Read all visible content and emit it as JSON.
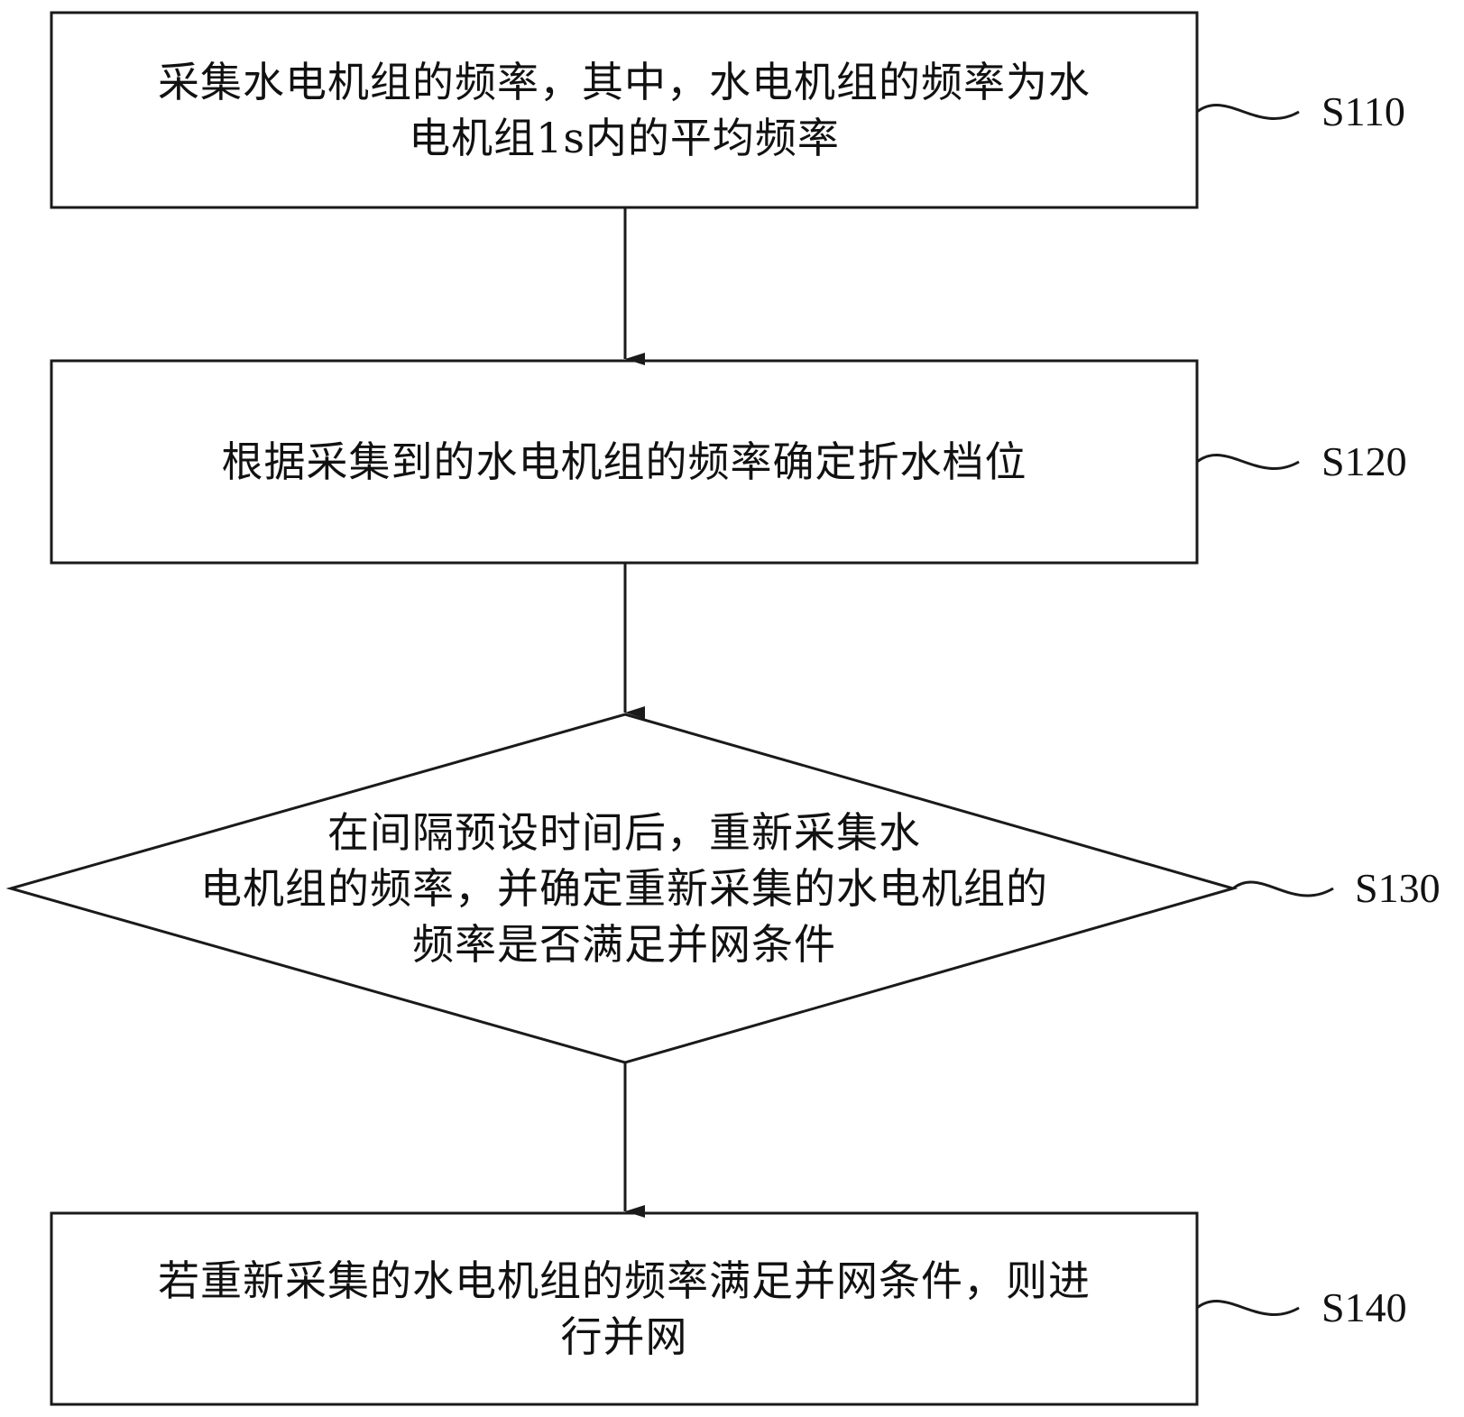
{
  "steps": [
    {
      "id": "S110",
      "shape": "rectangle",
      "label": "S110",
      "lines": [
        "采集水电机组的频率，其中，水电机组的频率为水",
        "电机组1s内的平均频率"
      ]
    },
    {
      "id": "S120",
      "shape": "rectangle",
      "label": "S120",
      "lines": [
        "根据采集到的水电机组的频率确定折水档位"
      ]
    },
    {
      "id": "S130",
      "shape": "diamond",
      "label": "S130",
      "lines": [
        "在间隔预设时间后，重新采集水",
        "电机组的频率，并确定重新采集的水电机组的",
        "频率是否满足并网条件"
      ]
    },
    {
      "id": "S140",
      "shape": "rectangle",
      "label": "S140",
      "lines": [
        "若重新采集的水电机组的频率满足并网条件，则进",
        "行并网"
      ]
    }
  ],
  "colors": {
    "stroke": "#1a1a1a",
    "text": "#111111",
    "background": "#ffffff"
  }
}
